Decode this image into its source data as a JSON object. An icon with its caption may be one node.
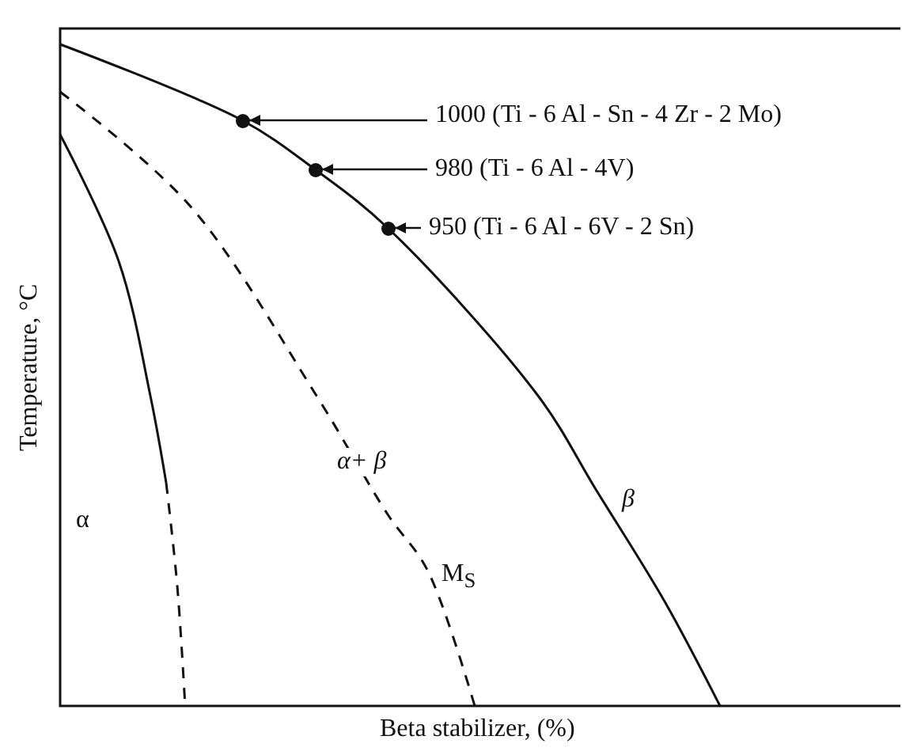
{
  "diagram": {
    "nodes": [
      {
        "text": [
          "1000 (Ti - 6 Al - Sn - 4 Zr - 2 Mo)"
        ]
      },
      {
        "text": [],
        "shape": "circle"
      },
      {
        "text": [
          "980 (Ti - 6 Al - 4V)"
        ]
      },
      {
        "text": [],
        "shape": "circle"
      },
      {
        "text": [
          "950 (Ti - 6 Al - 6V - 2 Sn)"
        ]
      },
      {
        "text": [],
        "shape": "circle"
      }
    ],
    "edges": [
      {
        "from": 0,
        "to": 1,
        "arrow": "to"
      },
      {
        "from": 2,
        "to": 3,
        "arrow": "to"
      },
      {
        "from": 4,
        "to": 5,
        "arrow": "to"
      }
    ],
    "labels": [
      "Temperature, °C",
      "Beta stabilizer, (%)",
      "α",
      "α+ β",
      "β",
      "M$_{S}$"
    ]
  }
}
